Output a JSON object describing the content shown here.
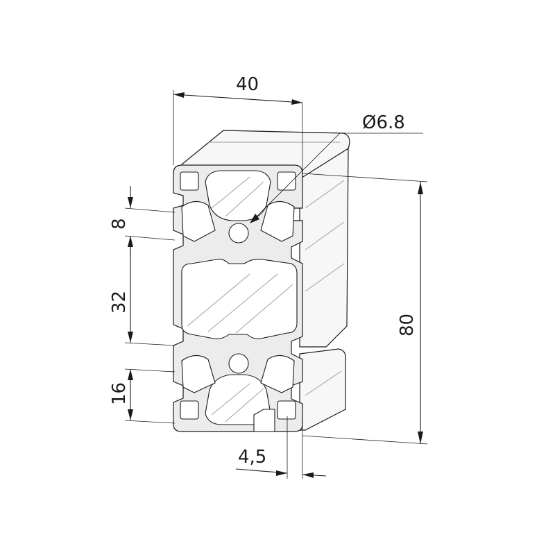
{
  "dimensions": {
    "width": "40",
    "diameter": "Ø6.8",
    "height": "80",
    "slot_upper": "8",
    "slot_pitch": "32",
    "slot_lower": "16",
    "slot_width": "4,5"
  }
}
